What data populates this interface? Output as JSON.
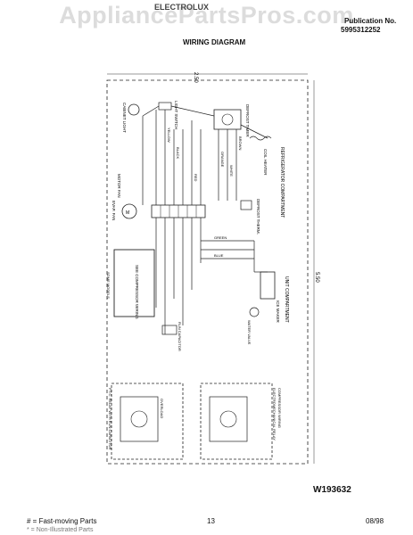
{
  "watermark": "AppliancePartsPros.com",
  "header": {
    "brand": "ELECTROLUX",
    "publication_label": "Publication No.",
    "publication_number": "5995312252",
    "title": "WIRING DIAGRAM"
  },
  "diagram": {
    "dim_top": "2.50",
    "dim_side": "5.50",
    "code": "W193632",
    "sections": {
      "refrigerator": "REFRIGERATOR COMPARTMENT",
      "unit": "UNIT COMPARTMENT",
      "compressor_wiring": "COMPRESSOR WIRING",
      "relay_type": "ELECTROMECHANICAL RELAY",
      "ptc": "P.T.C. RELAY WITH RUN CAPACITOR"
    },
    "labels": {
      "light_switch": "LIGHT SWITCH",
      "cabinet_light": "CABINET LIGHT",
      "defrost_timer": "DEFROST TIMER",
      "coil_heater": "COIL HEATER",
      "defrost_thermostat": "DEFROST THERM.",
      "compressor": "SEE COMPRESSOR WIRING",
      "evaporator_fan": "EVAP. FAN",
      "motor_fan": "MOTOR FAN",
      "capacitor": "RUN CAPACITOR",
      "overload": "OVERLOAD",
      "ice_maker": "ICE MAKER",
      "water_valve": "WATER VALVE",
      "some_models": "SOME MODELS",
      "wire_colors": [
        "YELLOW",
        "BLACK",
        "BROWN",
        "ORANGE",
        "RED",
        "WHITE",
        "GREEN",
        "BLUE"
      ]
    }
  },
  "footer": {
    "fast_moving": "# = Fast-moving Parts",
    "not_illustrated": "* = Non-Illustrated Parts",
    "page_number": "13",
    "date": "08/98"
  }
}
